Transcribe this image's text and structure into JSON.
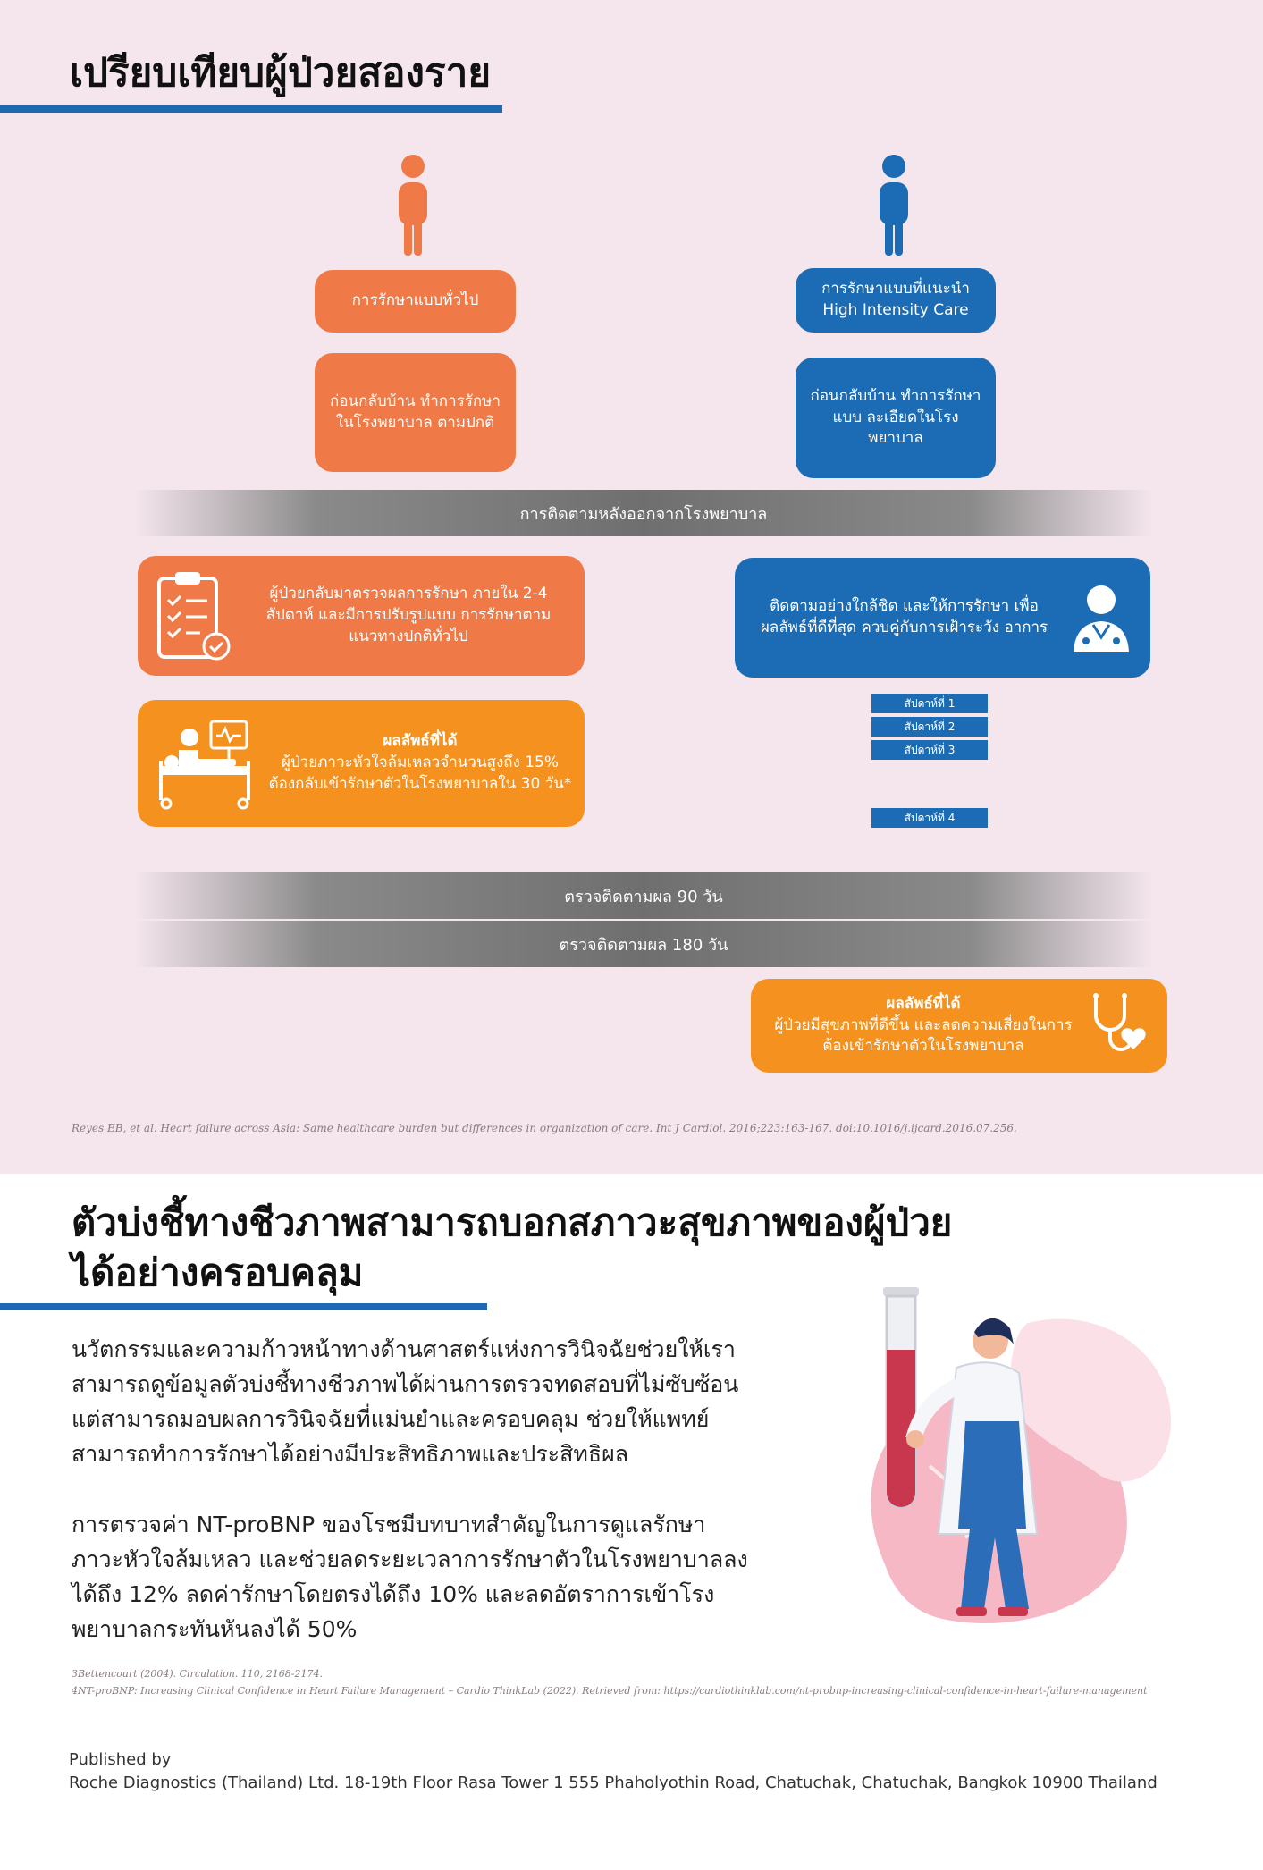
{
  "section1": {
    "title": "เปรียบเทียบผู้ป่วยสองราย",
    "left_label": "การรักษาแบบทั่วไป",
    "left_before_discharge": "ก่อนกลับบ้าน ทำการรักษาในโรงพยาบาล ตามปกติ",
    "right_label_th": "การรักษาแบบที่แนะนำ",
    "right_label_en": "High Intensity Care",
    "right_before_discharge": "ก่อนกลับบ้าน ทำการรักษาแบบ ละเอียดในโรงพยาบาล",
    "band_followup": "การติดตามหลังออกจากโรงพยาบาล",
    "left_followup": "ผู้ป่วยกลับมาตรวจผลการรักษา ภายใน 2-4 สัปดาห์ และมีการปรับรูปแบบ การรักษาตามแนวทางปกติทั่วไป",
    "right_followup": "ติดตามอย่างใกล้ชิด และให้การรักษา เพื่อผลลัพธ์ที่ดีที่สุด ควบคู่กับการเฝ้าระวัง อาการ",
    "weeks": [
      "สัปดาห์ที่ 1",
      "สัปดาห์ที่ 2",
      "สัปดาห์ที่ 3",
      "สัปดาห์ที่ 4"
    ],
    "left_result_title": "ผลลัพธ์ที่ได้",
    "left_result_body": "ผู้ป่วยภาวะหัวใจล้มเหลวจำนวนสูงถึง 15% ต้องกลับเข้ารักษาตัวในโรงพยาบาลใน 30 วัน*",
    "band_90": "ตรวจติดตามผล 90 วัน",
    "band_180": "ตรวจติดตามผล 180 วัน",
    "right_result_title": "ผลลัพธ์ที่ได้",
    "right_result_body": "ผู้ป่วยมีสุขภาพที่ดีขึ้น และลดความเสี่ยงในการ ต้องเข้ารักษาตัวในโรงพยาบาล",
    "citation": "Reyes EB, et al. Heart failure across Asia: Same healthcare burden but differences in organization of care. Int J Cardiol. 2016;223:163-167. doi:10.1016/j.ijcard.2016.07.256."
  },
  "section2": {
    "title_line1": "ตัวบ่งชี้ทางชีวภาพสามารถบอกสภาวะสุขภาพของผู้ป่วย",
    "title_line2": "ได้อย่างครอบคลุม",
    "para1": [
      "นวัตกรรมและความก้าวหน้าทางด้านศาสตร์แห่งการวินิจฉัยช่วยให้เรา",
      "สามารถดูข้อมูลตัวบ่งชี้ทางชีวภาพได้ผ่านการตรวจทดสอบที่ไม่ซับซ้อน",
      "แต่สามารถมอบผลการวินิจฉัยที่แม่นยำและครอบคลุม ช่วยให้แพทย์",
      "สามารถทำการรักษาได้อย่างมีประสิทธิภาพและประสิทธิผล"
    ],
    "para2": [
      "การตรวจค่า NT-proBNP ของโรชมีบทบาทสำคัญในการดูแลรักษา",
      "ภาวะหัวใจล้มเหลว และช่วยลดระยะเวลาการรักษาตัวในโรงพยาบาลลง",
      "ได้ถึง 12% ลดค่ารักษาโดยตรงได้ถึง 10% และลดอัตราการเข้าโรง",
      "พยาบาลกระทันหันลงได้ 50%"
    ],
    "ref1": "3Bettencourt (2004). Circulation. 110, 2168-2174.",
    "ref2": "4NT-proBNP: Increasing Clinical Confidence in Heart Failure Management – Cardio ThinkLab (2022). Retrieved from: https://cardiothinklab.com/nt-probnp-increasing-clinical-confidence-in-heart-failure-management"
  },
  "footer": {
    "label": "Published by",
    "address": "Roche Diagnostics (Thailand) Ltd. 18-19th Floor Rasa Tower 1  555 Phaholyothin Road, Chatuchak, Chatuchak, Bangkok 10900 Thailand"
  },
  "colors": {
    "orange": "#f07a47",
    "amber": "#f5921f",
    "blue": "#1b6cb4",
    "section_bg": "#f5e6ee"
  }
}
